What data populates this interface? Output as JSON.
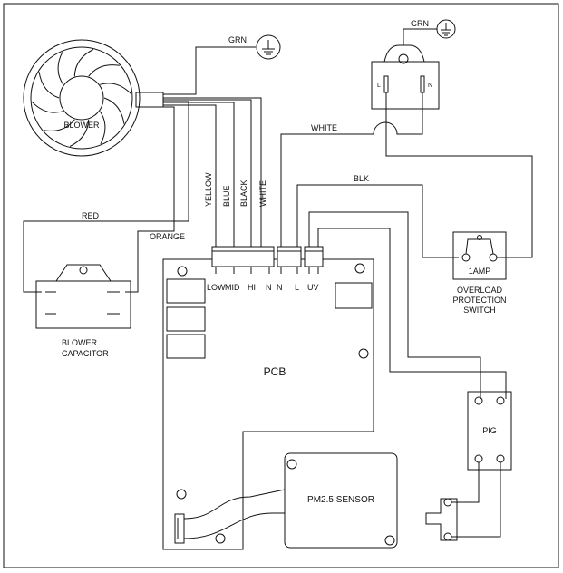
{
  "components": {
    "blower": "BLOWER",
    "blower_capacitor": [
      "BLOWER",
      "CAPACITOR"
    ],
    "pcb": "PCB",
    "pm25_sensor": "PM2.5 SENSOR",
    "pig": "PIG",
    "overload_switch": [
      "OVERLOAD",
      "PROTECTION",
      "SWITCH"
    ],
    "switch_rating": "1AMP"
  },
  "wires": {
    "grn": "GRN",
    "white": "WHITE",
    "blk": "BLK",
    "red": "RED",
    "orange": "ORANGE",
    "yellow": "YELLOW",
    "blue": "BLUE",
    "black": "BLACK",
    "white_v": "WHITE"
  },
  "pins": {
    "low": "LOW",
    "mid": "MID",
    "hi": "HI",
    "n1": "N",
    "n2": "N",
    "l": "L",
    "uv": "UV",
    "plug_l": "L",
    "plug_n": "N"
  },
  "colors": {
    "line": "#111111",
    "background": "#ffffff"
  }
}
